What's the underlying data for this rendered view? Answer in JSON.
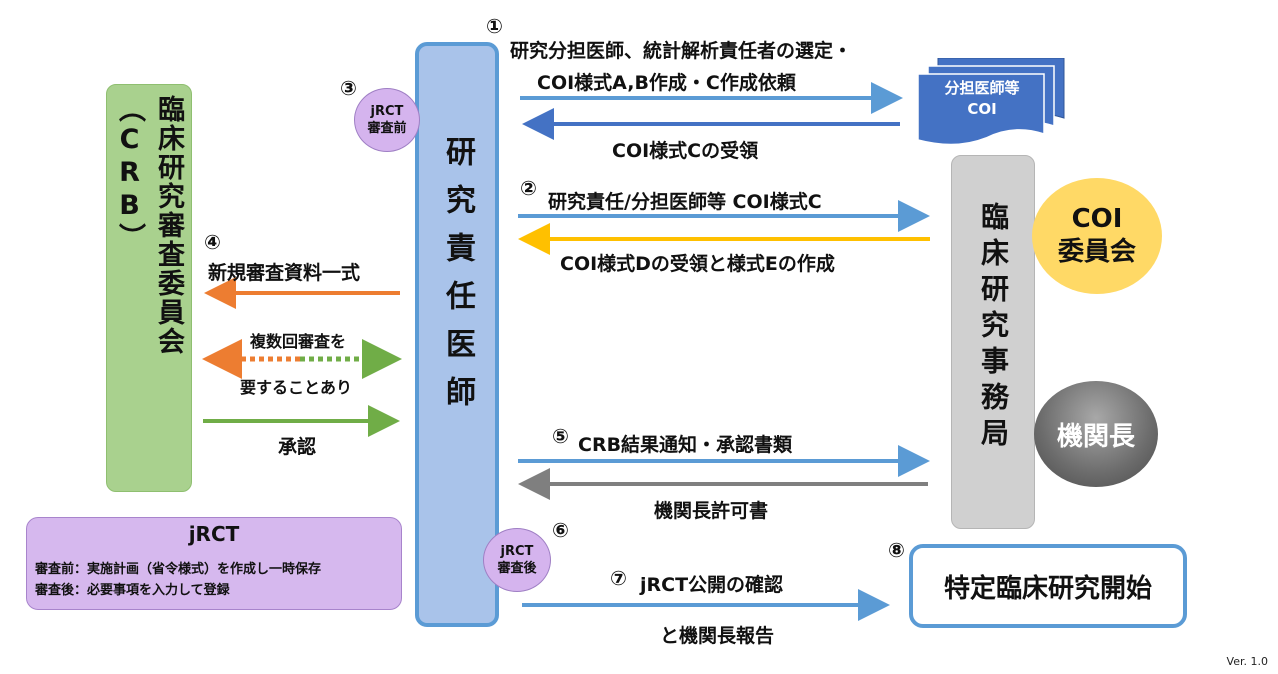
{
  "nodes": {
    "crb": "臨床研究審査委員会（CRB）",
    "pi": "研究責任医師",
    "office": "臨床研究事務局",
    "coi_committee_1": "COI",
    "coi_committee_2": "委員会",
    "director": "機関長",
    "doc_line1": "分担医師等",
    "doc_line2": "COI",
    "start": "特定臨床研究開始"
  },
  "jrct_bubble_pre": {
    "line1": "jRCT",
    "line2": "審査前"
  },
  "jrct_bubble_post": {
    "line1": "jRCT",
    "line2": "審査後"
  },
  "jrct_box": {
    "title": "jRCT",
    "line1": "審査前：実施計画（省令様式）を作成し一時保存",
    "line2": "審査後：必要事項を入力して登録"
  },
  "steps": {
    "s1": "①",
    "s2": "②",
    "s3": "③",
    "s4": "④",
    "s5": "⑤",
    "s6": "⑥",
    "s7": "⑦",
    "s8": "⑧"
  },
  "labels": {
    "step1_line1": "研究分担医師、統計解析責任者の選定・",
    "step1_line2": "COI様式A,B作成・C作成依頼",
    "step1_return": "COI様式Cの受領",
    "step2": "研究責任/分担医師等 COI様式C",
    "step2_return": "COI様式Dの受領と様式Eの作成",
    "step4": "新規審査資料一式",
    "multi_line1": "複数回審査を",
    "multi_line2": "要することあり",
    "approval": "承認",
    "step5": "CRB結果通知・承認書類",
    "step5_return": "機関長許可書",
    "step7_line1": "jRCT公開の確認",
    "step7_line2": "と機関長報告"
  },
  "colors": {
    "blue_arrow": "#5b9bd5",
    "dark_blue_arrow": "#4472c4",
    "yellow_arrow": "#ffc000",
    "orange_arrow": "#ed7d31",
    "green_arrow": "#70ad47",
    "gray_arrow": "#7f7f7f"
  },
  "version": "Ver. 1.0"
}
